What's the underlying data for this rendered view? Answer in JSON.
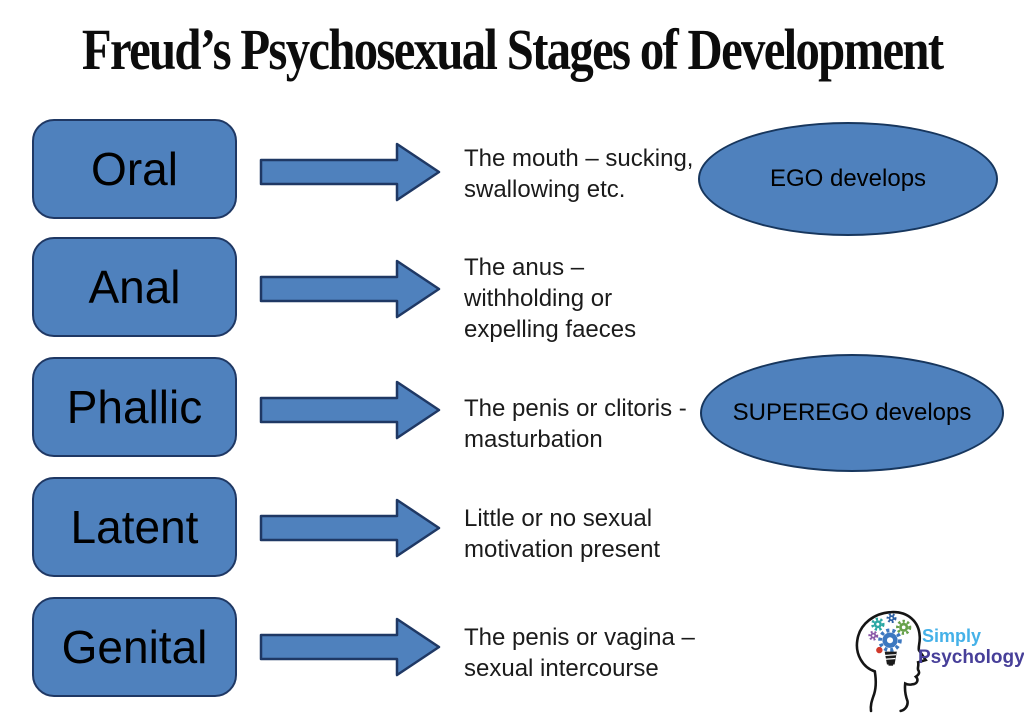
{
  "title": "Freud’s Psychosexual Stages of Development",
  "colors": {
    "shape_fill": "#4f81bd",
    "shape_border": "#1f3864",
    "text": "#1b1b1b",
    "logo_simply_blue": "#45b1e8",
    "logo_psychology_purple": "#473f99"
  },
  "stages": [
    {
      "label": "Oral",
      "description": "The mouth – sucking,\nswallowing etc."
    },
    {
      "label": "Anal",
      "description": "The anus –\nwithholding or\nexpelling faeces"
    },
    {
      "label": "Phallic",
      "description": "The penis or clitoris -\nmasturbation"
    },
    {
      "label": "Latent",
      "description": "Little or no sexual\nmotivation present"
    },
    {
      "label": "Genital",
      "description": "The penis or vagina –\nsexual intercourse"
    }
  ],
  "annotations": [
    {
      "label": "EGO develops"
    },
    {
      "label": "SUPEREGO develops"
    }
  ],
  "logo": {
    "line1": "Simply",
    "line2": "Psychology"
  }
}
